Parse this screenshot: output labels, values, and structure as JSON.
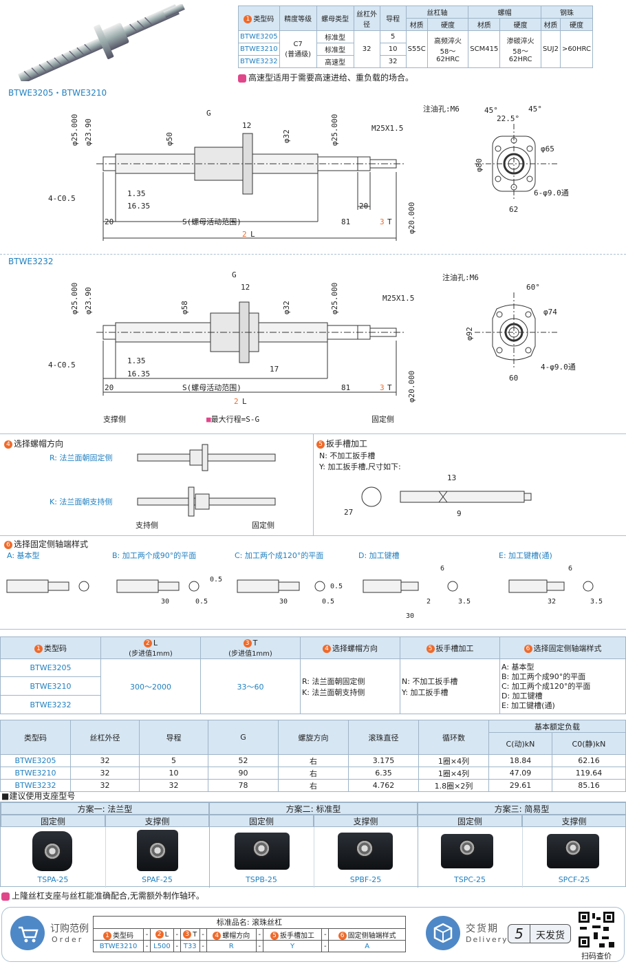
{
  "spec": {
    "h_type": "类型码",
    "h_precision": "精度等级",
    "h_nut_type": "螺母类型",
    "h_dia": "丝杠外径",
    "h_lead": "导程",
    "h_screw": "丝杠轴",
    "h_nut": "螺帽",
    "h_ball": "钢珠",
    "h_mat": "材质",
    "h_hard": "硬度",
    "rows": [
      {
        "code": "BTWE3205",
        "nut": "标准型",
        "lead": "5"
      },
      {
        "code": "BTWE3210",
        "nut": "标准型",
        "lead": "10"
      },
      {
        "code": "BTWE3232",
        "nut": "高速型",
        "lead": "32"
      }
    ],
    "precision": "C7",
    "precision2": "(普通级)",
    "dia": "32",
    "screw_mat": "S55C",
    "screw_hard": "高频淬火",
    "screw_hard2": "58～62HRC",
    "nut_mat": "SCM415",
    "nut_hard": "渗碳淬火",
    "nut_hard2": "58～62HRC",
    "ball_mat": "SUJ2",
    "ball_hard": ">60HRC",
    "note": "高速型适用于需要高速进给、重负载的场合。"
  },
  "drawing1": {
    "title": "BTWE3205・BTWE3210",
    "G": "G",
    "d25": "φ25.000",
    "d239": "φ23.90",
    "d50": "φ50",
    "d32": "φ32",
    "d25b": "φ25.000",
    "dim12": "12",
    "m25": "M25X1.5",
    "c05": "4-C0.5",
    "d135": "1.35",
    "d1635": "16.35",
    "dim20a": "20",
    "S": "S(螺母活动范围)",
    "dim81": "81",
    "T": "T",
    "L": "L",
    "dim20b": "20",
    "d20": "φ20.000",
    "oil": "注油孔:M6",
    "a45a": "45°",
    "a45b": "45°",
    "a225": "22.5°",
    "d65": "φ65",
    "d80": "φ80",
    "holes": "6-φ9.0通",
    "w62": "62"
  },
  "drawing2": {
    "title": "BTWE3232",
    "G": "G",
    "d25": "φ25.000",
    "d239": "φ23.90",
    "d58": "φ58",
    "d32": "φ32",
    "d25b": "φ25.000",
    "dim12": "12",
    "m25": "M25X1.5",
    "c05": "4-C0.5",
    "d135": "1.35",
    "d1635": "16.35",
    "dim17": "17",
    "dim20a": "20",
    "S": "S(螺母活动范围)",
    "dim81": "81",
    "T": "T",
    "L": "L",
    "d20": "φ20.000",
    "oil": "注油孔:M6",
    "a60": "60°",
    "d74": "φ74",
    "d92": "φ92",
    "holes": "4-φ9.0通",
    "w60": "60",
    "support": "支撑侧",
    "fixed": "固定侧",
    "max_stroke": "最大行程=S-G"
  },
  "section4": {
    "title": "选择螺帽方向",
    "R": "R: 法兰面朝固定侧",
    "K": "K: 法兰面朝支持侧",
    "support": "支持侧",
    "fixed": "固定侧"
  },
  "section5": {
    "title": "扳手槽加工",
    "N": "N: 不加工扳手槽",
    "Y": "Y: 加工扳手槽,尺寸如下:",
    "d13": "13",
    "d27": "27",
    "d9": "9"
  },
  "section6": {
    "title": "选择固定侧轴端样式",
    "A": "A: 基本型",
    "B": "B: 加工两个成90°的平面",
    "C": "C: 加工两个成120°的平面",
    "D": "D: 加工键槽",
    "E": "E: 加工键槽(通)",
    "d30a": "30",
    "d05a": "0.5",
    "d05b": "0.5",
    "d30b": "30",
    "d05c": "0.5",
    "d05d": "0.5",
    "d30c": "30",
    "d2": "2",
    "d35a": "3.5",
    "d6a": "6",
    "d32": "32",
    "d35b": "3.5",
    "d6b": "6"
  },
  "select": {
    "h_code": "类型码",
    "h_L": "L",
    "h_L2": "(步进值1mm)",
    "h_T": "T",
    "h_T2": "(步进值1mm)",
    "h_dir": "选择螺帽方向",
    "h_wrench": "扳手槽加工",
    "h_end": "选择固定侧轴端样式",
    "codes": [
      "BTWE3205",
      "BTWE3210",
      "BTWE3232"
    ],
    "L": "300～2000",
    "T": "33～60",
    "dir": [
      "R: 法兰面朝固定侧",
      "K: 法兰面朝支持侧"
    ],
    "wrench": [
      "N: 不加工扳手槽",
      "Y: 加工扳手槽"
    ],
    "end": [
      "A: 基本型",
      "B: 加工两个成90°的平面",
      "C: 加工两个成120°的平面",
      "D: 加工键槽",
      "E: 加工键槽(通)"
    ]
  },
  "perf": {
    "headers": [
      "类型码",
      "丝杠外径",
      "导程",
      "G",
      "螺旋方向",
      "滚珠直径",
      "循环数",
      "基本额定负载"
    ],
    "c_dyn": "C(动)kN",
    "c_sta": "C0(静)kN",
    "rows": [
      [
        "BTWE3205",
        "32",
        "5",
        "52",
        "右",
        "3.175",
        "1圈×4列",
        "18.84",
        "62.16"
      ],
      [
        "BTWE3210",
        "32",
        "10",
        "90",
        "右",
        "6.35",
        "1圈×4列",
        "47.09",
        "119.64"
      ],
      [
        "BTWE3232",
        "32",
        "32",
        "78",
        "右",
        "4.762",
        "1.8圈×2列",
        "29.61",
        "85.16"
      ]
    ]
  },
  "support": {
    "title": "建议使用支座型号",
    "plans": [
      "方案一: 法兰型",
      "方案二: 标准型",
      "方案三: 简易型"
    ],
    "fixed": "固定侧",
    "supp": "支撑侧",
    "models": [
      "TSPA-25",
      "SPAF-25",
      "TSPB-25",
      "SPBF-25",
      "TSPC-25",
      "SPCF-25"
    ],
    "note": "上隆丝杠支座与丝杠能准确配合,无需额外制作轴环。"
  },
  "order": {
    "label": "订购范例",
    "label_en": "Order",
    "std_name": "标准品名: 滚珠丝杠",
    "h": [
      "类型码",
      "L",
      "T",
      "螺帽方向",
      "扳手槽加工",
      "固定侧轴端样式"
    ],
    "v": [
      "BTWE3210",
      "L500",
      "T33",
      "R",
      "Y",
      "A"
    ],
    "delivery": "交货期",
    "delivery_en": "Delivery",
    "days": "5",
    "days_unit": "天发货",
    "qr": "扫码查价"
  }
}
